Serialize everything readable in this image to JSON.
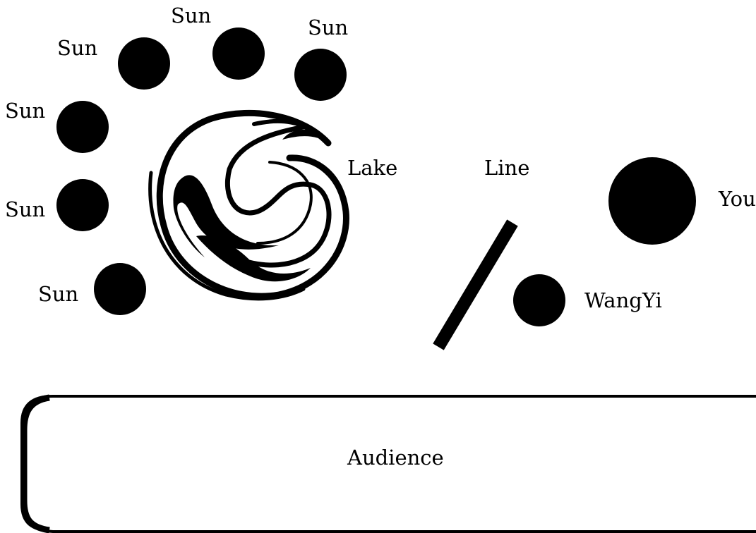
{
  "diagram": {
    "colors": {
      "ink": "#000000",
      "background": "#ffffff"
    },
    "suns": [
      {
        "label": "Sun"
      },
      {
        "label": "Sun"
      },
      {
        "label": "Sun"
      },
      {
        "label": "Sun"
      },
      {
        "label": "Sun"
      },
      {
        "label": "Sun"
      }
    ],
    "lake": {
      "label": "Lake",
      "icon": "swirl-icon"
    },
    "line": {
      "label": "Line"
    },
    "you": {
      "label": "You"
    },
    "wangyi": {
      "label": "WangYi"
    },
    "audience": {
      "label": "Audience"
    }
  }
}
